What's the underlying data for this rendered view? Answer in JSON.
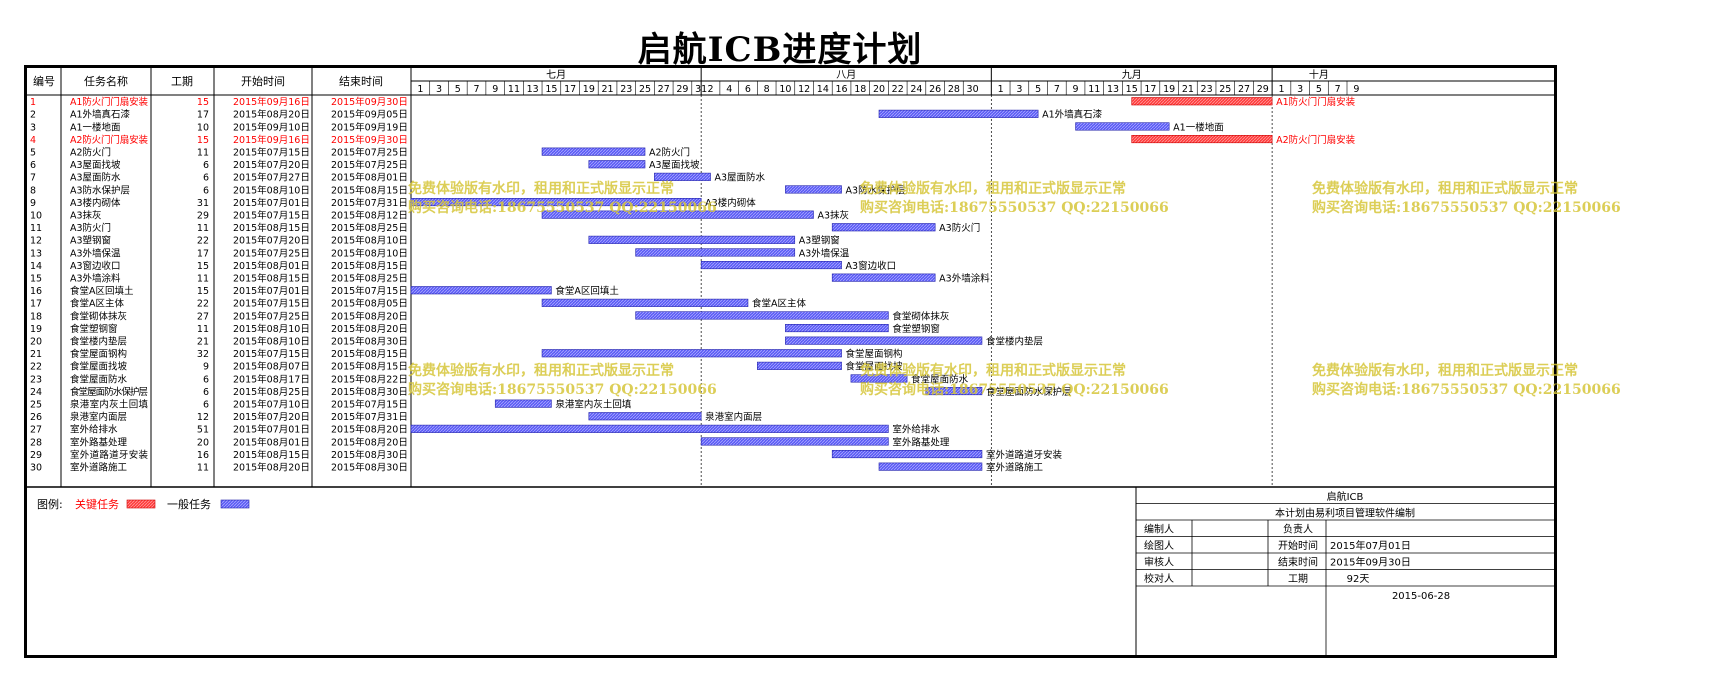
{
  "title": "启航ICB进度计划",
  "headers": {
    "no": "编号",
    "name": "任务名称",
    "dur": "工期",
    "start": "开始时间",
    "end": "结束时间"
  },
  "months": [
    {
      "label": "七月",
      "days": [
        "1",
        "3",
        "5",
        "7",
        "9",
        "11",
        "13",
        "15",
        "17",
        "19",
        "21",
        "23",
        "25",
        "27",
        "29",
        "31"
      ]
    },
    {
      "label": "八月",
      "days": [
        "2",
        "4",
        "6",
        "8",
        "10",
        "12",
        "14",
        "16",
        "18",
        "20",
        "22",
        "24",
        "26",
        "28",
        "30"
      ]
    },
    {
      "label": "九月",
      "days": [
        "1",
        "3",
        "5",
        "7",
        "9",
        "11",
        "13",
        "15",
        "17",
        "19",
        "21",
        "23",
        "25",
        "27",
        "29"
      ]
    },
    {
      "label": "十月",
      "days": [
        "1",
        "3",
        "5",
        "7",
        "9"
      ]
    }
  ],
  "tasks": [
    {
      "no": "1",
      "name": "A1防火门门扇安装",
      "dur": "15",
      "start": "2015年09月16日",
      "end": "2015年09月30日",
      "critical": true
    },
    {
      "no": "2",
      "name": "A1外墙真石漆",
      "dur": "17",
      "start": "2015年08月20日",
      "end": "2015年09月05日",
      "critical": false
    },
    {
      "no": "3",
      "name": "A1一楼地面",
      "dur": "10",
      "start": "2015年09月10日",
      "end": "2015年09月19日",
      "critical": false
    },
    {
      "no": "4",
      "name": "A2防火门门扇安装",
      "dur": "15",
      "start": "2015年09月16日",
      "end": "2015年09月30日",
      "critical": true
    },
    {
      "no": "5",
      "name": "A2防火门",
      "dur": "11",
      "start": "2015年07月15日",
      "end": "2015年07月25日",
      "critical": false
    },
    {
      "no": "6",
      "name": "A3屋面找坡",
      "dur": "6",
      "start": "2015年07月20日",
      "end": "2015年07月25日",
      "critical": false
    },
    {
      "no": "7",
      "name": "A3屋面防水",
      "dur": "6",
      "start": "2015年07月27日",
      "end": "2015年08月01日",
      "critical": false
    },
    {
      "no": "8",
      "name": "A3防水保护层",
      "dur": "6",
      "start": "2015年08月10日",
      "end": "2015年08月15日",
      "critical": false
    },
    {
      "no": "9",
      "name": "A3楼内砌体",
      "dur": "31",
      "start": "2015年07月01日",
      "end": "2015年07月31日",
      "critical": false
    },
    {
      "no": "10",
      "name": "A3抹灰",
      "dur": "29",
      "start": "2015年07月15日",
      "end": "2015年08月12日",
      "critical": false
    },
    {
      "no": "11",
      "name": "A3防火门",
      "dur": "11",
      "start": "2015年08月15日",
      "end": "2015年08月25日",
      "critical": false
    },
    {
      "no": "12",
      "name": "A3塑钢窗",
      "dur": "22",
      "start": "2015年07月20日",
      "end": "2015年08月10日",
      "critical": false
    },
    {
      "no": "13",
      "name": "A3外墙保温",
      "dur": "17",
      "start": "2015年07月25日",
      "end": "2015年08月10日",
      "critical": false
    },
    {
      "no": "14",
      "name": "A3窗边收口",
      "dur": "15",
      "start": "2015年08月01日",
      "end": "2015年08月15日",
      "critical": false
    },
    {
      "no": "15",
      "name": "A3外墙涂料",
      "dur": "11",
      "start": "2015年08月15日",
      "end": "2015年08月25日",
      "critical": false
    },
    {
      "no": "16",
      "name": "食堂A区回填土",
      "dur": "15",
      "start": "2015年07月01日",
      "end": "2015年07月15日",
      "critical": false
    },
    {
      "no": "17",
      "name": "食堂A区主体",
      "dur": "22",
      "start": "2015年07月15日",
      "end": "2015年08月05日",
      "critical": false
    },
    {
      "no": "18",
      "name": "食堂砌体抹灰",
      "dur": "27",
      "start": "2015年07月25日",
      "end": "2015年08月20日",
      "critical": false
    },
    {
      "no": "19",
      "name": "食堂塑钢窗",
      "dur": "11",
      "start": "2015年08月10日",
      "end": "2015年08月20日",
      "critical": false
    },
    {
      "no": "20",
      "name": "食堂楼内垫层",
      "dur": "21",
      "start": "2015年08月10日",
      "end": "2015年08月30日",
      "critical": false
    },
    {
      "no": "21",
      "name": "食堂屋面钢构",
      "dur": "32",
      "start": "2015年07月15日",
      "end": "2015年08月15日",
      "critical": false
    },
    {
      "no": "22",
      "name": "食堂屋面找坡",
      "dur": "9",
      "start": "2015年08月07日",
      "end": "2015年08月15日",
      "critical": false
    },
    {
      "no": "23",
      "name": "食堂屋面防水",
      "dur": "6",
      "start": "2015年08月17日",
      "end": "2015年08月22日",
      "critical": false
    },
    {
      "no": "24",
      "name": "食堂屋面防水保护层",
      "dur": "6",
      "start": "2015年08月25日",
      "end": "2015年08月30日",
      "critical": false
    },
    {
      "no": "25",
      "name": "泉港室内灰土回填",
      "dur": "6",
      "start": "2015年07月10日",
      "end": "2015年07月15日",
      "critical": false
    },
    {
      "no": "26",
      "name": "泉港室内面层",
      "dur": "12",
      "start": "2015年07月20日",
      "end": "2015年07月31日",
      "critical": false
    },
    {
      "no": "27",
      "name": "室外给排水",
      "dur": "51",
      "start": "2015年07月01日",
      "end": "2015年08月20日",
      "critical": false
    },
    {
      "no": "28",
      "name": "室外路基处理",
      "dur": "20",
      "start": "2015年08月01日",
      "end": "2015年08月20日",
      "critical": false
    },
    {
      "no": "29",
      "name": "室外道路道牙安装",
      "dur": "16",
      "start": "2015年08月15日",
      "end": "2015年08月30日",
      "critical": false
    },
    {
      "no": "30",
      "name": "室外道路施工",
      "dur": "11",
      "start": "2015年08月20日",
      "end": "2015年08月30日",
      "critical": false
    }
  ],
  "legend": {
    "label": "图例:",
    "critical": "关键任务",
    "normal": "一般任务"
  },
  "info": {
    "project": "启航ICB",
    "software": "本计划由易利项目管理软件编制",
    "r1": [
      "编制人",
      "",
      "负责人",
      ""
    ],
    "r2": [
      "绘图人",
      "",
      "开始时间",
      "2015年07月01日"
    ],
    "r3": [
      "审核人",
      "",
      "结束时间",
      "2015年09月30日"
    ],
    "r4": [
      "校对人",
      "",
      "工期",
      "92天"
    ],
    "date": "2015-06-28"
  },
  "watermark": {
    "line1": "免费体验版有水印，租用和正式版显示正常",
    "line2": "购买咨询电话:18675550537 QQ:22150066"
  },
  "colors": {
    "critical": "#ff3b3b",
    "normal": "#5b5bf5",
    "critical_text": "#ff0000"
  }
}
